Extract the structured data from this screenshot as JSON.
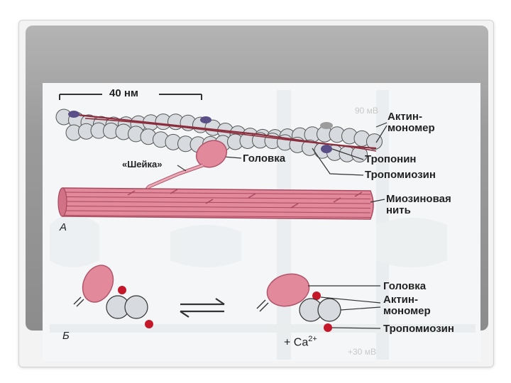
{
  "diagram": {
    "scale_label": "40 нм",
    "label_actin_monomer_top": "Актин-\nмономер",
    "label_actin_line1": "Актин-",
    "label_actin_line2": "мономер",
    "label_troponin": "Тропонин",
    "label_tropomyosin": "Тропомиозин",
    "label_neck": "«Шейка»",
    "label_head": "Головка",
    "label_myosin_line1": "Миозиновая",
    "label_myosin_line2": "нить",
    "panel_a": "А",
    "panel_b": "Б",
    "bottom_head": "Головка",
    "bottom_actin_line1": "Актин-",
    "bottom_actin_line2": "мономер",
    "bottom_tropomyosin": "Тропомиозин",
    "calcium": "+ Ca",
    "calcium_sup": "2+"
  },
  "colors": {
    "myosin_pink": "#e2899c",
    "actin_gray": "#d7dbdf",
    "troponin_purple": "#5a4f86",
    "tropomyosin_red": "#c4182a",
    "strand_line": "#8b2d3c"
  }
}
